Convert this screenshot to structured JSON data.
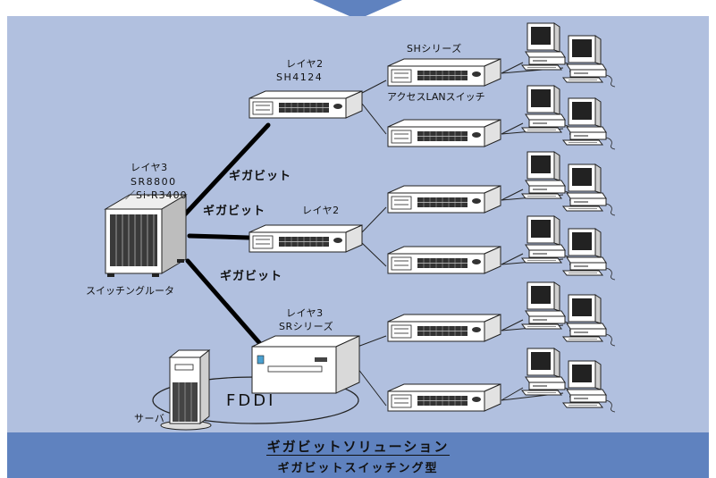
{
  "colors": {
    "panel": "#b1c0df",
    "footer": "#5f82bf",
    "device_face": "#ffffff",
    "outline": "#222222"
  },
  "labels": {
    "layer2_top": "レイヤ2",
    "sh4124": "SH4124",
    "sh_series": "SHシリーズ",
    "access_lan_switch": "アクセスLANスイッチ",
    "layer3_core": "レイヤ3",
    "sr8800": "SR8800",
    "si_r3400": "／Si-R3400",
    "gigabit_1": "ギガビット",
    "gigabit_2": "ギガビット",
    "gigabit_3": "ギガビット",
    "layer2_mid": "レイヤ2",
    "switching_router": "スイッチングルータ",
    "layer3_sr": "レイヤ3",
    "sr_series": "SRシリーズ",
    "fddi": "FDDI",
    "server": "サーバ"
  },
  "icons": {
    "top_arrow": "down-arrow-icon",
    "router": "switching-router-icon",
    "server": "server-tower-icon",
    "switch": "lan-switch-icon",
    "pc": "desktop-pc-icon"
  },
  "footer": {
    "title": "ギガビットソリューション",
    "subtitle": "ギガビットスイッチング型"
  }
}
